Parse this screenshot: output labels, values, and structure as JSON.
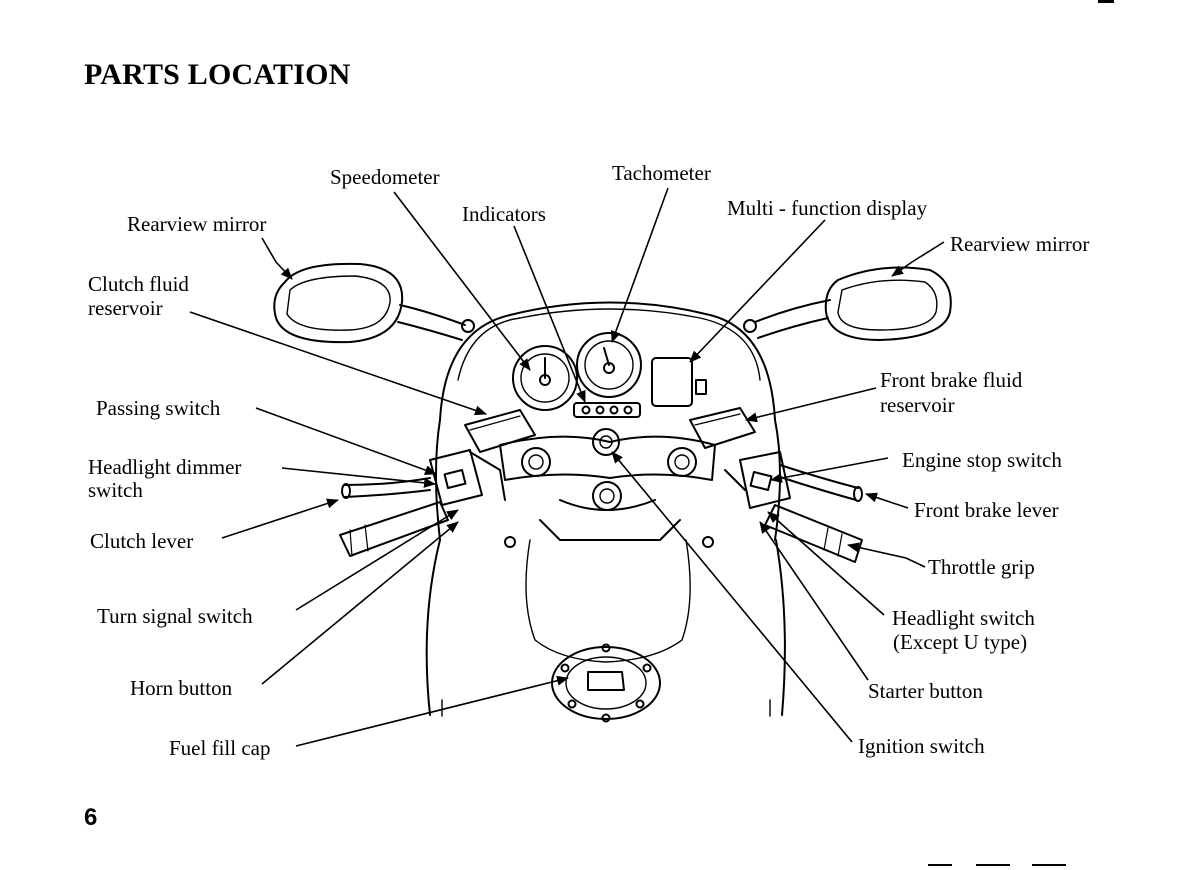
{
  "page": {
    "title": "PARTS LOCATION",
    "page_number": "6"
  },
  "labels": {
    "speedometer": "Speedometer",
    "tachometer": "Tachometer",
    "indicators": "Indicators",
    "multi_function_display": "Multi - function display",
    "rearview_mirror_left": "Rearview mirror",
    "rearview_mirror_right": "Rearview mirror",
    "clutch_fluid_reservoir_1": "Clutch fluid",
    "clutch_fluid_reservoir_2": "reservoir",
    "front_brake_fluid_reservoir_1": "Front brake fluid",
    "front_brake_fluid_reservoir_2": "reservoir",
    "passing_switch": "Passing switch",
    "engine_stop_switch": "Engine stop switch",
    "headlight_dimmer_switch_1": "Headlight dimmer",
    "headlight_dimmer_switch_2": "switch",
    "front_brake_lever": "Front brake lever",
    "clutch_lever": "Clutch lever",
    "throttle_grip": "Throttle grip",
    "turn_signal_switch": "Turn signal switch",
    "headlight_switch_1": "Headlight switch",
    "headlight_switch_2": "(Except U type)",
    "horn_button": "Horn button",
    "starter_button": "Starter button",
    "fuel_fill_cap": "Fuel fill cap",
    "ignition_switch": "Ignition switch"
  }
}
